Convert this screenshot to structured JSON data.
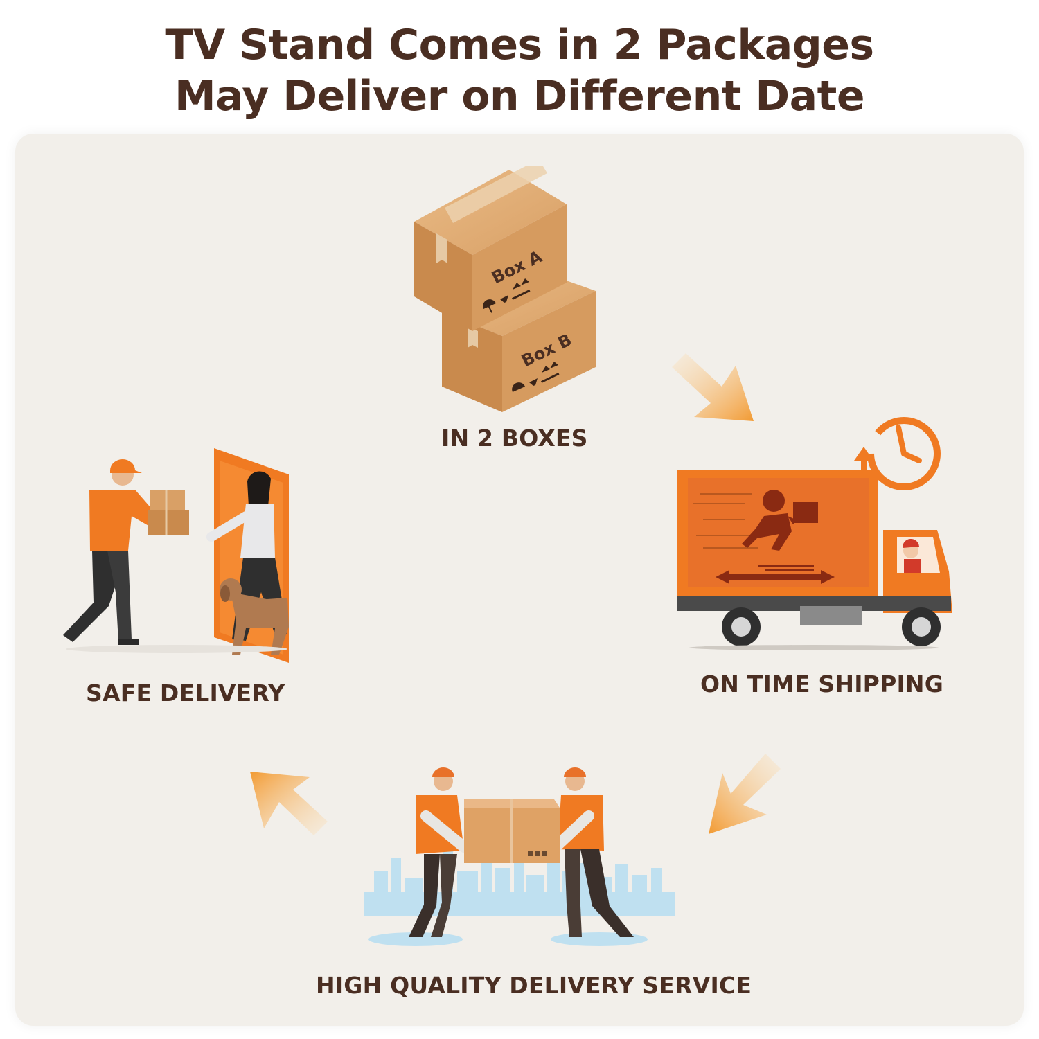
{
  "title": {
    "line1": "TV Stand Comes in 2 Packages",
    "line2": "May Deliver on Different Date"
  },
  "steps": {
    "boxes": {
      "label": "IN 2 BOXES",
      "box_a": "Box A",
      "box_b": "Box B",
      "icon": "stacked-boxes-icon"
    },
    "shipping": {
      "label": "ON TIME SHIPPING",
      "icon": "delivery-truck-icon"
    },
    "service": {
      "label": "HIGH QUALITY DELIVERY SERVICE",
      "icon": "couriers-carrying-box-icon"
    },
    "safe": {
      "label": "SAFE DELIVERY",
      "icon": "package-handoff-icon"
    }
  },
  "colors": {
    "brand_orange": "#f07a22",
    "text_brown": "#4a2e22",
    "panel_bg": "#f2efea",
    "box_tan": "#d9a066"
  }
}
